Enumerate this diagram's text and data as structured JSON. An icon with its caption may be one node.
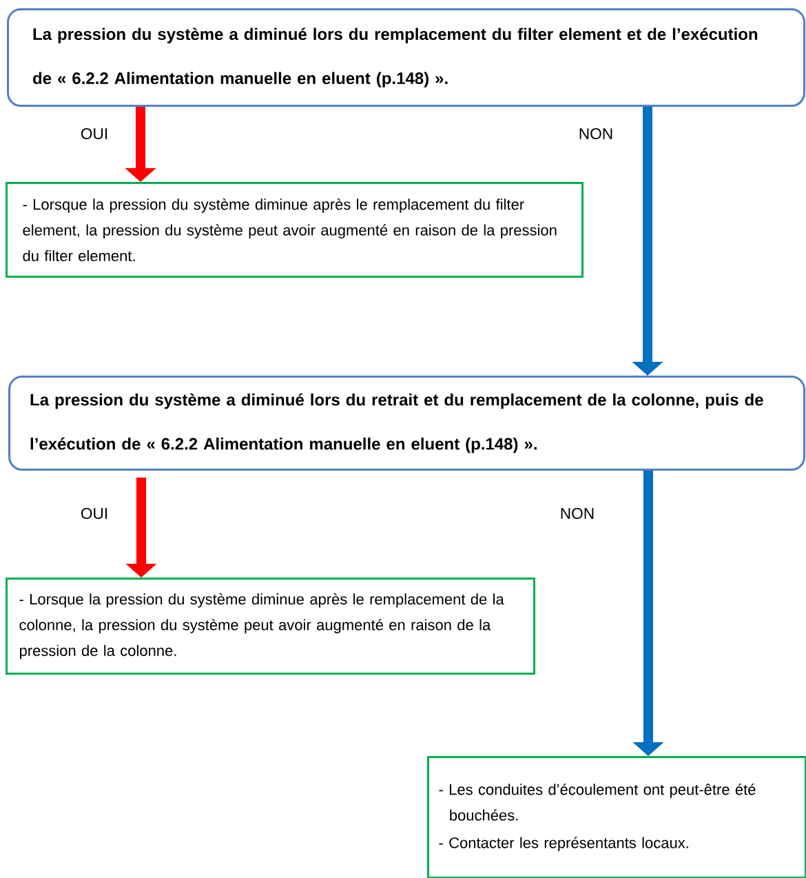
{
  "diagram": {
    "nodes": [
      {
        "text": [
          "La pression du système a diminué lors du remplacement du filter element et de l’exécution de « 6.2.2 Alimentation manuelle en eluent (p.148) »."
        ]
      },
      {
        "text": [
          "- Lorsque la pression du système diminue après le remplacement du filter element, la pression du système peut avoir augmenté en raison de la pression du filter element."
        ]
      },
      {
        "text": [
          "La pression du système a diminué lors du retrait et du remplacement de la colonne, puis de l’exécution de « 6.2.2 Alimentation manuelle en eluent (p.148) »."
        ]
      },
      {
        "text": [
          "- Lorsque la pression du système diminue après le remplacement de la colonne, la pression du système peut avoir augmenté en raison de la pression de la colonne."
        ]
      },
      {
        "text": [
          "- Les conduites d’écoulement ont peut-être été bouchées.",
          "- Contacter les représentants locaux."
        ]
      }
    ],
    "edges": [
      {
        "from": 0,
        "to": 1,
        "arrow": "to",
        "label": "OUI",
        "color": "#ff0000"
      },
      {
        "from": 0,
        "to": 2,
        "arrow": "to",
        "label": "NON",
        "color": "#0070c0"
      },
      {
        "from": 2,
        "to": 3,
        "arrow": "to",
        "label": "OUI",
        "color": "#ff0000"
      },
      {
        "from": 2,
        "to": 4,
        "arrow": "to",
        "label": "NON",
        "color": "#0070c0"
      }
    ]
  }
}
